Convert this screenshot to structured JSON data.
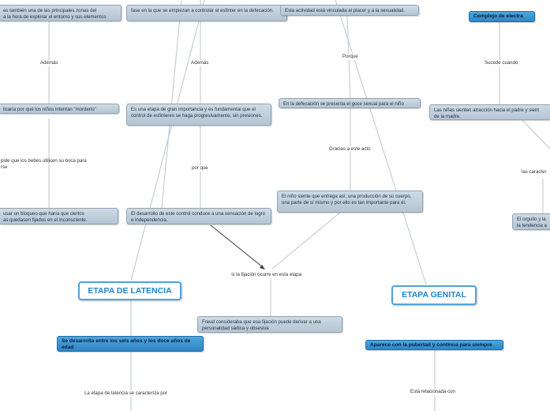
{
  "nodes": {
    "oral_top": "es también una de las principales zonas del\na la hora de explorar el entorno y sus elementos",
    "anal_top": "fase en la que se empiezan a controlar el esfinter en la defecación.",
    "phallic_top": "Esta actividad está vinculada al placer y a la sexualidad.",
    "electra": "Complejo de electra",
    "oral_mordedor": "licaría por qué los niños intentan \"morderlo\"",
    "anal_importance": "Es una etapa de gran importancia y es fundamental que el control de esfinteres se haga progresivamente, sin presiones.",
    "defecation_pleasure": "En la defecación se presenta el goce sexual para el niño",
    "girls_attraction": "Las niñas sienten atracción hacia el padre y sient\nde la madre.",
    "oral_boca": "pide que los bebés utilicen su boca para\nrse",
    "oral_bloqueo": "usar un bloqueo que haría que ciertos\nas quedasen fijados en el inconsciente.",
    "anal_logro": "El desarrollo de este control conduce a una sensación de logro e independencia.",
    "child_feels": "El niño siente que entrega así, una producción de su cuerpo, una parte de sí mismo y por ello es tan importante para él.",
    "orgullo": "El orgullo y la\nla tendencia a",
    "freud_fixation": "Freud consideraba que esa fijación puede derivar a una personalidad sádica y obsesiva",
    "latencia_age": "Se desarrolla entre los seis años y los doce años de edad",
    "genital_age": "Aparece con la pubertad y continua para siempre"
  },
  "labels": {
    "ademas_1": "Además",
    "ademas_2": "Además",
    "porque": "Porque",
    "sucede_cuando": "Sucede cuando",
    "gracias_acto": "Gracias a este acto",
    "por_que": "por que",
    "las_caracter": "las caracter",
    "fijacion": "si la fijación ocurre en esta etapa",
    "latencia_caracteriza": "La etapa de latencia se caracteriza por",
    "relacionada": "Está relacionada con"
  },
  "titles": {
    "latencia": "ETAPA DE LATENCIA",
    "genital": "ETAPA GENITAL"
  },
  "colors": {
    "node_light": "#c3d1dd",
    "node_dark": "#3a95d2",
    "title_text": "#1f86cf",
    "connector": "#b9c4cc"
  }
}
